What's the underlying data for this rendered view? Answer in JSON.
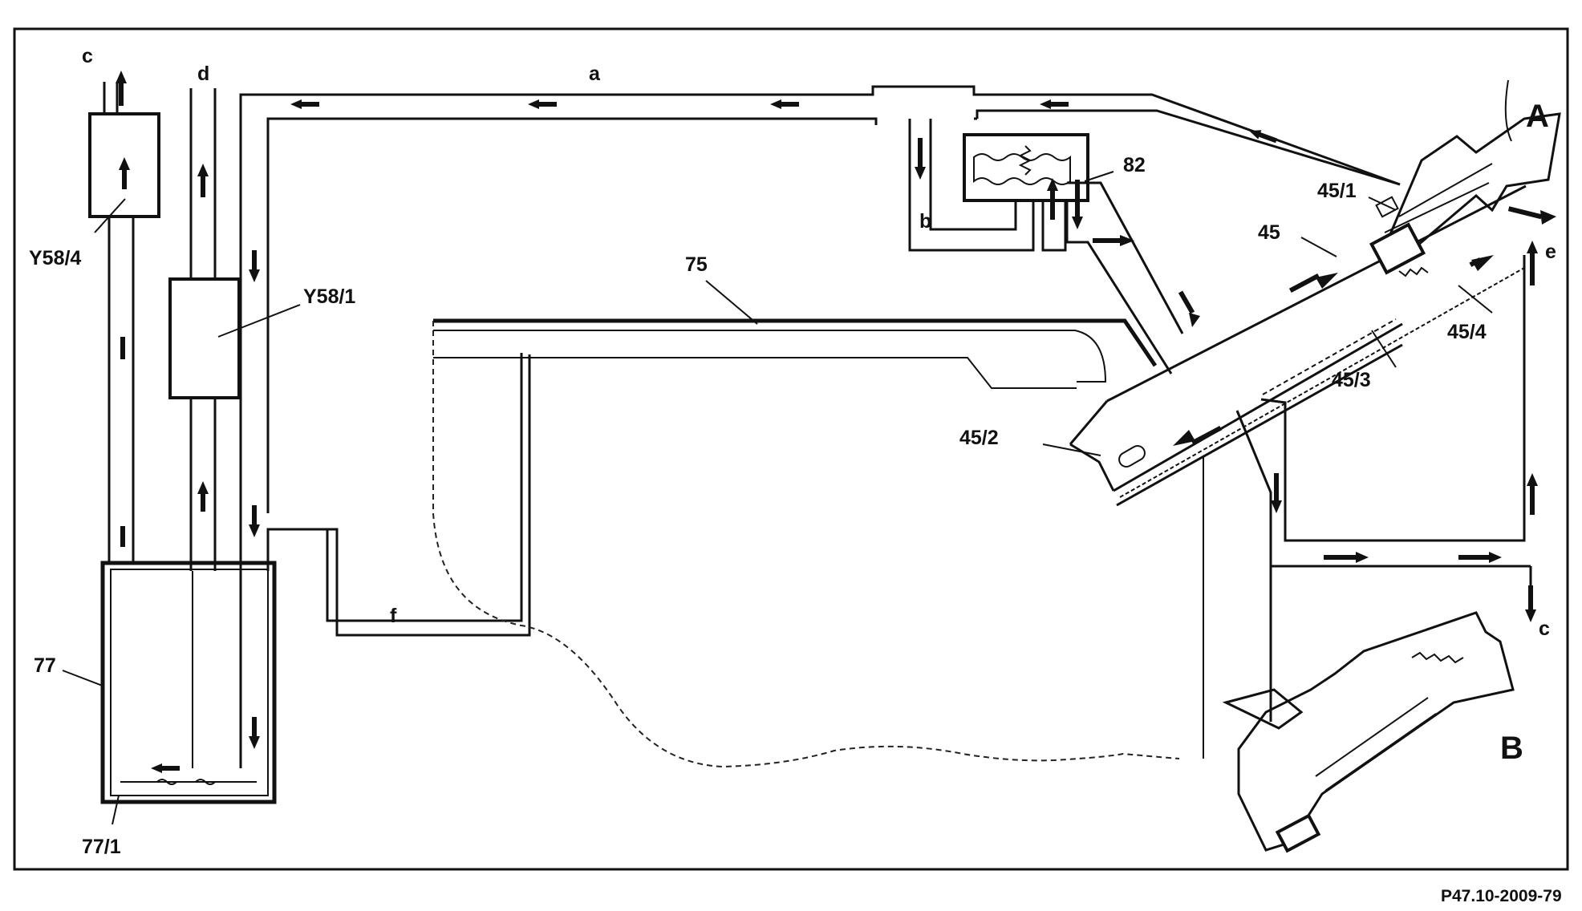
{
  "lines": {
    "a": "a",
    "b": "b",
    "c_top": "c",
    "c_right": "c",
    "d": "d",
    "e": "e",
    "f": "f"
  },
  "components": {
    "y58_4": "Y58/4",
    "y58_1": "Y58/1",
    "tank": "77",
    "tank_sub": "77/1",
    "n75": "75",
    "n82": "82",
    "n45": "45",
    "n45_1": "45/1",
    "n45_2": "45/2",
    "n45_3": "45/3",
    "n45_4": "45/4"
  },
  "views": {
    "a": "A",
    "b": "B"
  },
  "figure_ref": "P47.10-2009-79"
}
